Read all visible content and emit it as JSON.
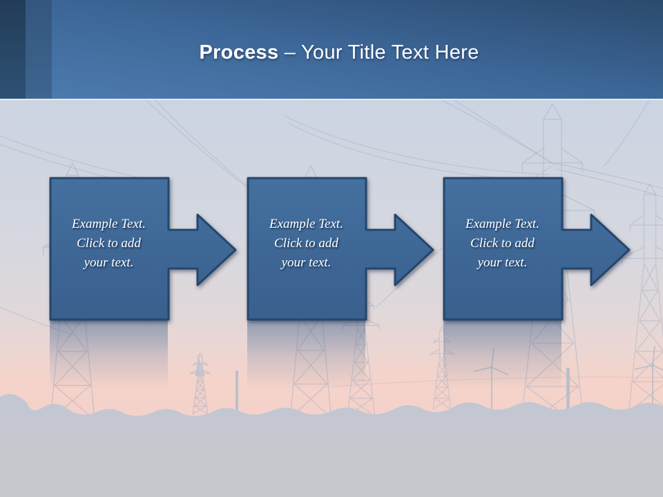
{
  "slide_title": {
    "emphasis": "Process",
    "separator": " – ",
    "text": "Your Title Text Here"
  },
  "steps": [
    {
      "line1": "Example Text.",
      "line2": "Click to add",
      "line3": "your text."
    },
    {
      "line1": "Example Text.",
      "line2": "Click to add",
      "line3": "your text."
    },
    {
      "line1": "Example Text.",
      "line2": "Click to add",
      "line3": "your text."
    }
  ],
  "colors": {
    "header_blue": "#3c6697",
    "header_dark_corner": "#2b4a6d",
    "left_band_dark": "#223c58",
    "left_band_medium": "#33567d",
    "box_fill": "#3b6795",
    "box_border": "#24466b",
    "sky_top": "#ccd4e2",
    "sunset_pink": "#f5d3ca",
    "fog_grey": "#c5c7cc",
    "text_white": "#ffffff"
  }
}
